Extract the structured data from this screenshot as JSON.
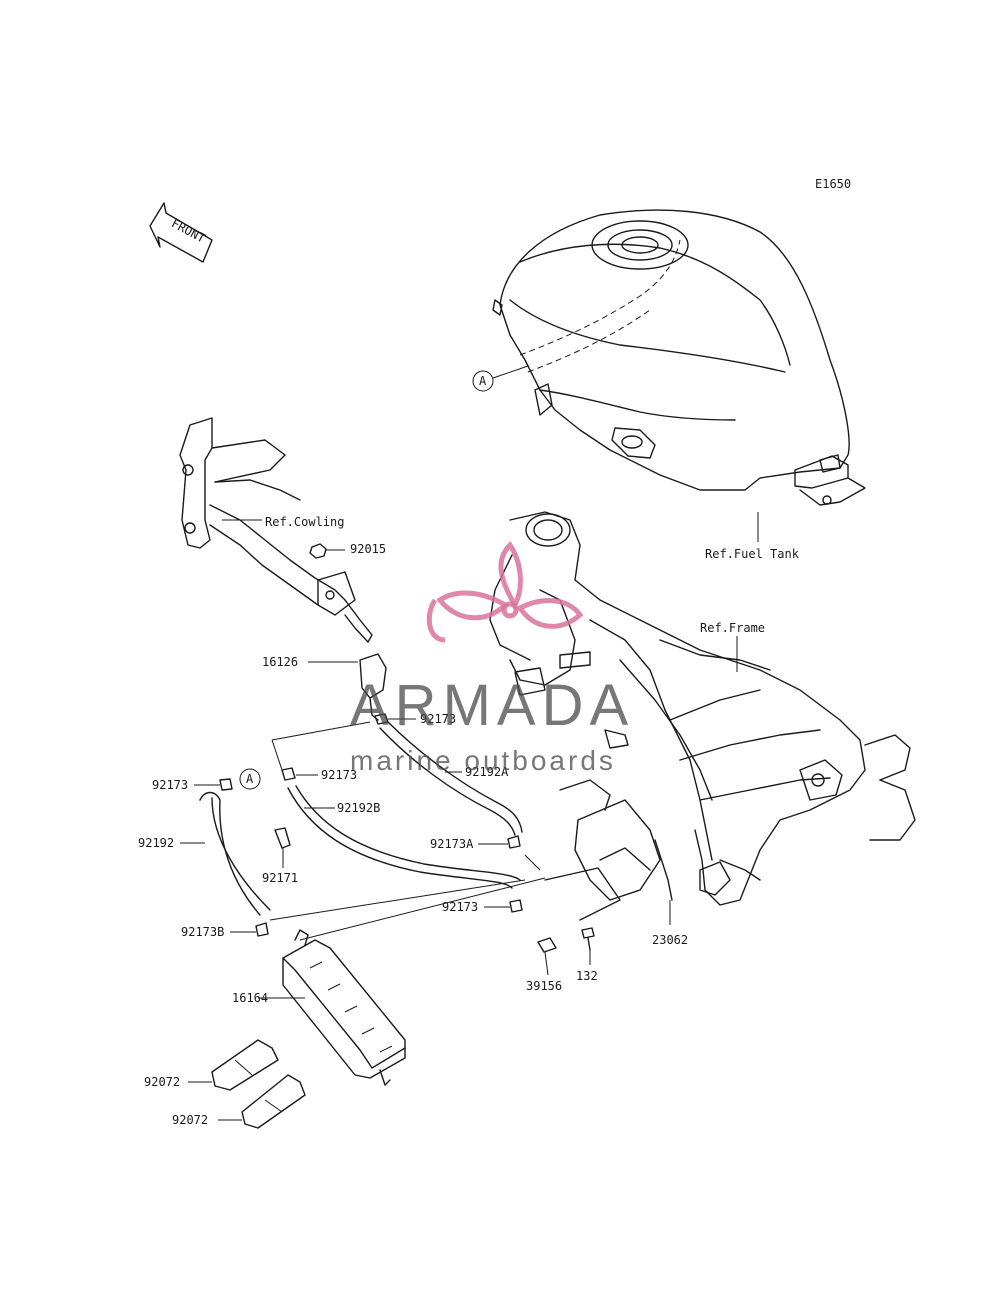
{
  "diagram_code": "E1650",
  "front_indicator": "FRONT",
  "watermark": {
    "brand": "ARMADA",
    "tagline": "marine outboards",
    "logo_color": "#d9739a",
    "text_color": "#4a4a4a"
  },
  "references": {
    "cowling": "Ref.Cowling",
    "fuel_tank": "Ref.Fuel Tank",
    "frame": "Ref.Frame"
  },
  "circle_marker": "A",
  "parts": {
    "p92015": "92015",
    "p16126": "16126",
    "p92173_top": "92173",
    "p92192A": "92192A",
    "p92173_mid": "92173",
    "p92192B": "92192B",
    "p92173_left": "92173",
    "p92192": "92192",
    "p92171": "92171",
    "p92173A": "92173A",
    "p92173_lower": "92173",
    "p92173B": "92173B",
    "p16164": "16164",
    "p92072_a": "92072",
    "p92072_b": "92072",
    "p39156": "39156",
    "p132": "132",
    "p23062": "23062"
  }
}
